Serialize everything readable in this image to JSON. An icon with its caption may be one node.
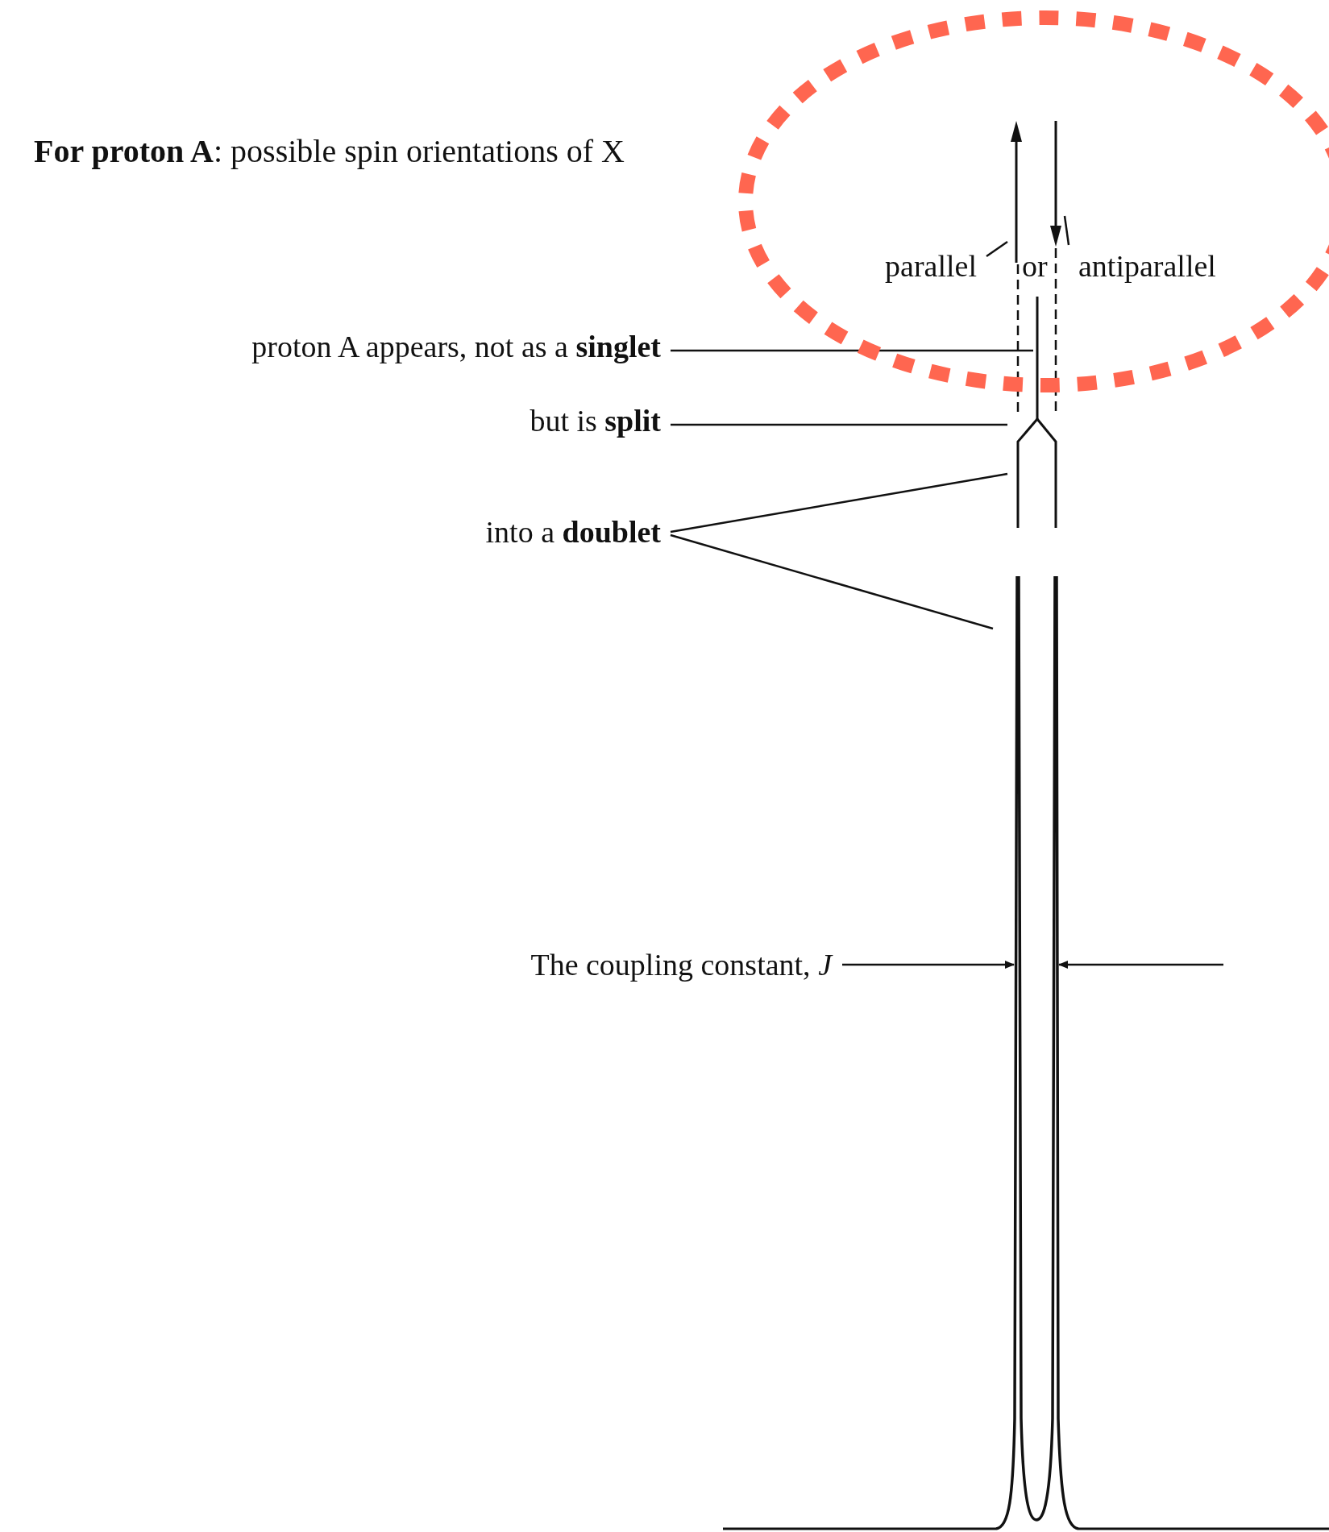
{
  "diagram": {
    "title": "**For proton A**: possible spin orientations of X",
    "nodes": [
      {
        "text": [
          "parallel"
        ]
      },
      {
        "text": [],
        "shape": "arrow"
      },
      {
        "text": [
          "antiparallel"
        ]
      },
      {
        "text": [],
        "shape": "arrow"
      },
      {
        "text": [
          "proton A appears, not as a **singlet**"
        ]
      },
      {
        "text": [],
        "shape": "line"
      },
      {
        "text": [
          "but is **split**"
        ]
      },
      {
        "text": [],
        "shape": "line"
      },
      {
        "text": [
          "into a **doublet**"
        ]
      },
      {
        "text": [],
        "shape": "picture"
      }
    ],
    "edges": [
      {
        "from": 0,
        "to": 1,
        "arrow": "none"
      },
      {
        "from": 2,
        "to": 3,
        "arrow": "none"
      },
      {
        "from": 4,
        "to": 5,
        "arrow": "none"
      },
      {
        "from": 6,
        "to": 7,
        "arrow": "none"
      },
      {
        "from": 8,
        "to": 7,
        "arrow": "none"
      },
      {
        "from": 8,
        "to": 9,
        "arrow": "none"
      },
      {
        "from": 1,
        "to": 7,
        "arrow": "none",
        "style": "dashed"
      },
      {
        "from": 3,
        "to": 7,
        "arrow": "none",
        "style": "dashed"
      }
    ],
    "labels": [
      "or",
      "The coupling constant, *J*"
    ]
  }
}
